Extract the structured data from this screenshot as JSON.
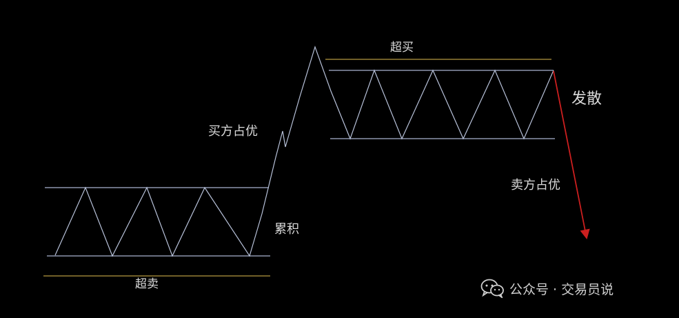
{
  "labels": {
    "buy_advantage": "买方占优",
    "accumulation": "累积",
    "oversold": "超卖",
    "overbought": "超买",
    "divergence": "发散",
    "sell_advantage": "卖方占优"
  },
  "watermark": {
    "text": "公众号 · 交易员说",
    "icon": "wechat-icon"
  },
  "colors": {
    "background": "#000000",
    "range_line": "#a9b4cf",
    "zigzag": "#b8c2da",
    "limit_line": "#b79a40",
    "breakdown_arrow": "#cc1f1f",
    "text": "#d9d9d9"
  }
}
